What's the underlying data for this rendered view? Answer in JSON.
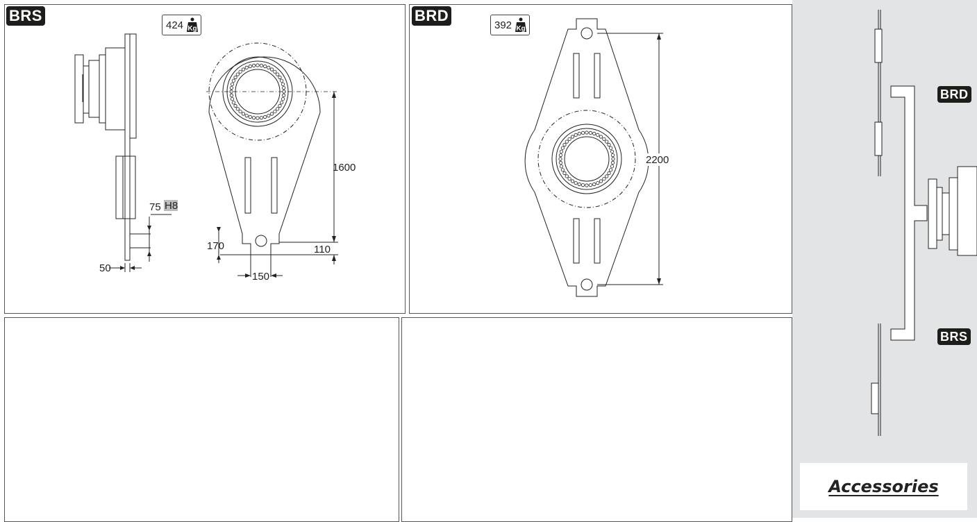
{
  "panels": {
    "brs": {
      "badge": "BRS",
      "weight": "424",
      "weight_icon": "weight-kg-icon",
      "dims": {
        "height": "1600",
        "bore": "75",
        "fit": "H8",
        "thickness": "50",
        "offset_top": "170",
        "offset_bottom": "110",
        "lug_width": "150"
      }
    },
    "brd": {
      "badge": "BRD",
      "weight": "392",
      "weight_icon": "weight-kg-icon",
      "dims": {
        "height": "2200"
      }
    }
  },
  "sidebar": {
    "labels": [
      "BRD",
      "BRS"
    ],
    "accessories": "Accessories",
    "background": "#e3e4e6"
  },
  "colors": {
    "badge_bg": "#1d1d1b",
    "line": "#222222"
  }
}
